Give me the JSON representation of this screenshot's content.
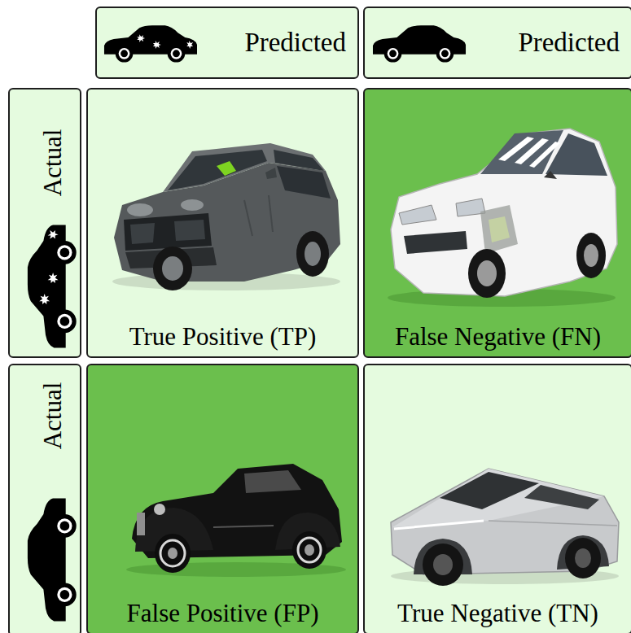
{
  "diagram": {
    "nodes": [
      {
        "text": [
          "Predicted"
        ]
      },
      {
        "text": [
          "Predicted"
        ]
      },
      {
        "text": [
          "Actual"
        ]
      },
      {
        "text": [
          "True Positive (TP)"
        ]
      },
      {
        "text": [
          "False Negative (FN)"
        ]
      },
      {
        "text": [
          "Actual"
        ]
      },
      {
        "text": [
          "False Positive (FP)"
        ]
      },
      {
        "text": [
          "True Negative (TN)"
        ]
      }
    ]
  }
}
